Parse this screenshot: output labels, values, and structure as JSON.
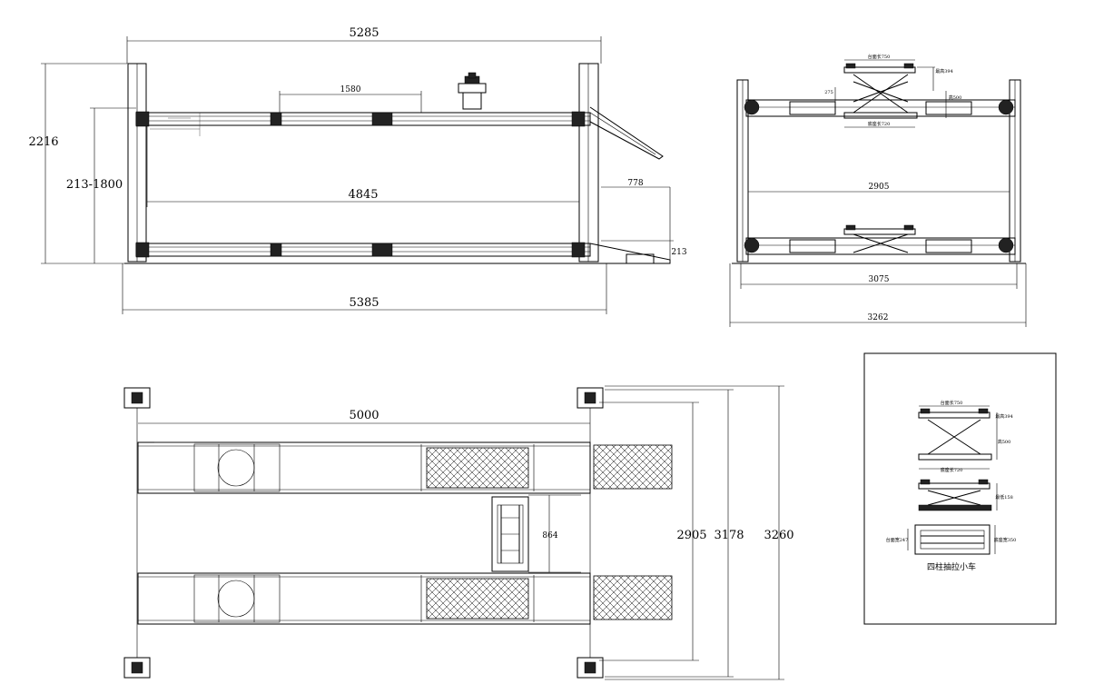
{
  "side_view": {
    "overall_length_top": "5285",
    "overall_height": "2216",
    "lift_range": "213-1800",
    "platform_length": "4845",
    "inner_span": "1580",
    "ramp_length": "778",
    "ramp_height": "213",
    "base_length": "5385"
  },
  "end_view": {
    "label_top_length": "台面长750",
    "label_height_1": "最高394",
    "label_275": "275",
    "label_height_2": "高500",
    "label_base_length": "底座长720",
    "inner_width": "2905",
    "outer_width": "3075",
    "base_width": "3262"
  },
  "plan_view": {
    "runway_length": "5000",
    "runway_gap": "864",
    "inner_width": "2905",
    "post_width": "3178",
    "overall_width": "3260"
  },
  "detail_box": {
    "label_top_length": "台面长750",
    "label_height_1": "最高394",
    "label_height_2": "高500",
    "label_base_length": "底座长720",
    "label_low": "最低158",
    "label_side_1": "台面宽247",
    "label_side_2": "底座宽350",
    "caption": "四柱抽拉小车"
  }
}
